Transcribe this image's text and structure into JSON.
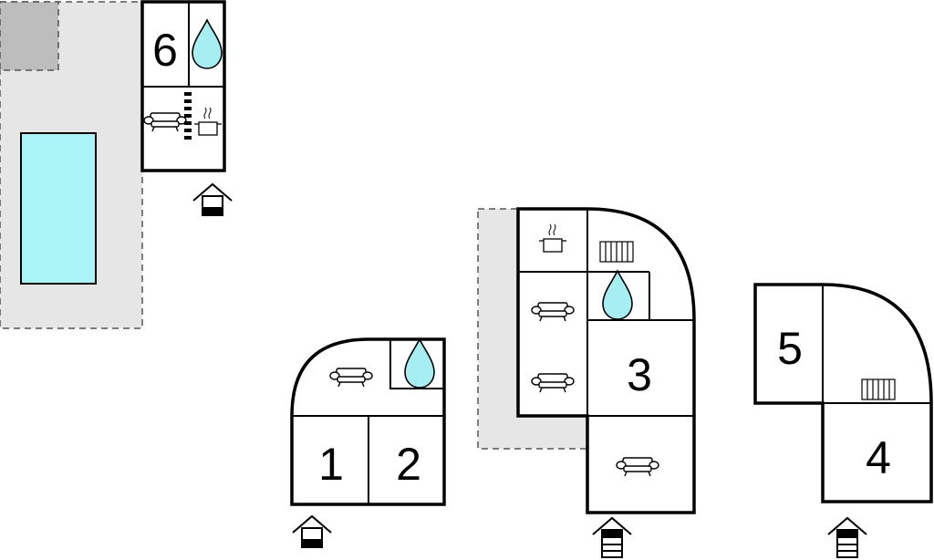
{
  "colors": {
    "wall": "#000000",
    "terrace": "#e6e6e6",
    "terrace_border": "#555555",
    "pool": "#aaf3f7",
    "dark_patch": "#bdbdbd",
    "water": "#a6eef2",
    "background": "#ffffff"
  },
  "rooms": [
    {
      "label": "6"
    },
    {
      "label": "1"
    },
    {
      "label": "2"
    },
    {
      "label": "3"
    },
    {
      "label": "5"
    },
    {
      "label": "4"
    }
  ],
  "icons": {
    "bathroom": "water-drop-icon",
    "living": "sofa-icon",
    "kitchen": "cooking-pot-icon",
    "heating": "radiator-icon",
    "entrance": "house-entrance-icon",
    "stairs": "stairs-icon"
  }
}
